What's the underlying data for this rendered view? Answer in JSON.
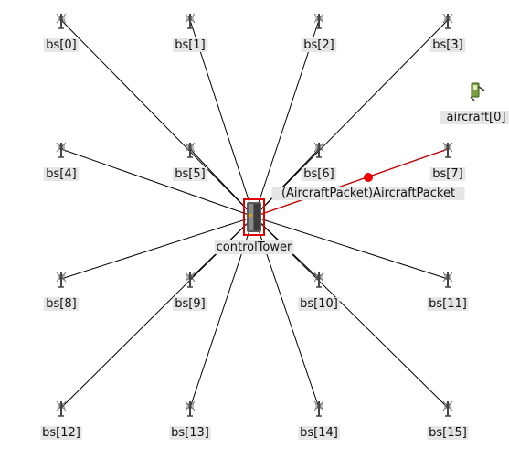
{
  "network": {
    "base_stations": [
      {
        "label": "bs[0]"
      },
      {
        "label": "bs[1]"
      },
      {
        "label": "bs[2]"
      },
      {
        "label": "bs[3]"
      },
      {
        "label": "bs[4]"
      },
      {
        "label": "bs[5]"
      },
      {
        "label": "bs[6]"
      },
      {
        "label": "bs[7]"
      },
      {
        "label": "bs[8]"
      },
      {
        "label": "bs[9]"
      },
      {
        "label": "bs[10]"
      },
      {
        "label": "bs[11]"
      },
      {
        "label": "bs[12]"
      },
      {
        "label": "bs[13]"
      },
      {
        "label": "bs[14]"
      },
      {
        "label": "bs[15]"
      }
    ],
    "control_tower": {
      "label": "controlTower",
      "highlight_color": "#e00000"
    },
    "aircraft": {
      "label": "aircraft[0]"
    },
    "packet": {
      "label": "(AircraftPacket)AircraftPacket",
      "color": "#ee0000"
    },
    "colors": {
      "link": "#000000",
      "active_link": "#cc0000"
    },
    "icons": {
      "base_station": "antenna-icon",
      "control_tower": "server-icon",
      "aircraft": "mobile-phone-icon"
    }
  }
}
